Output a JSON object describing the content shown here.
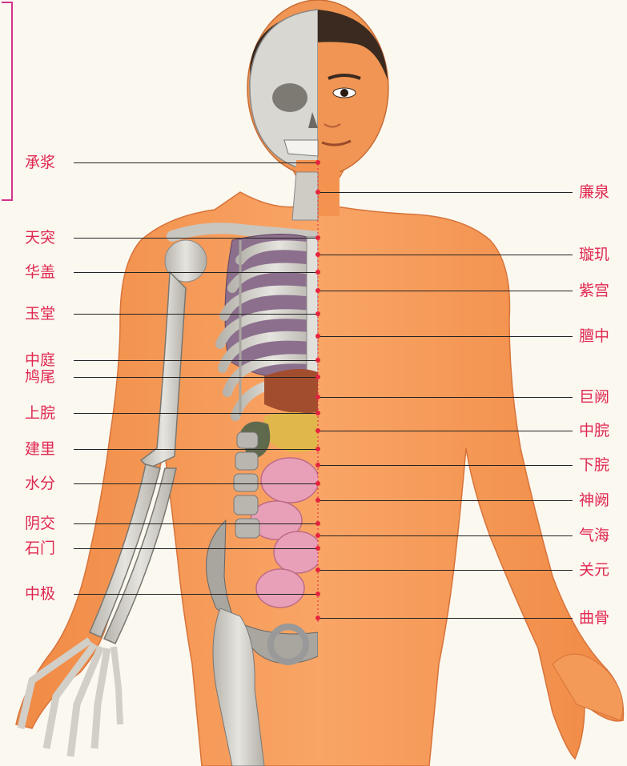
{
  "colors": {
    "label_color": "#e02750",
    "point_color": "#e4233e",
    "leader_color": "#222222",
    "skin": "#f7944f",
    "bone": "#d4d2cc",
    "frame": "#d2358c"
  },
  "figure": {
    "icon": "anatomy-figure-illustration",
    "description_icons": [
      "skull-icon",
      "ribcage-icon",
      "lung-icon",
      "intestine-icon",
      "pelvis-icon",
      "arm-skeleton-icon"
    ]
  },
  "left_points": [
    {
      "name": "承浆"
    },
    {
      "name": "天突"
    },
    {
      "name": "华盖"
    },
    {
      "name": "玉堂"
    },
    {
      "name": "中庭"
    },
    {
      "name": "鸠尾"
    },
    {
      "name": "上脘"
    },
    {
      "name": "建里"
    },
    {
      "name": "水分"
    },
    {
      "name": "阴交"
    },
    {
      "name": "石门"
    },
    {
      "name": "中极"
    }
  ],
  "right_points": [
    {
      "name": "廉泉"
    },
    {
      "name": "璇玑"
    },
    {
      "name": "紫宫"
    },
    {
      "name": "膻中"
    },
    {
      "name": "巨阙"
    },
    {
      "name": "中脘"
    },
    {
      "name": "下脘"
    },
    {
      "name": "神阙"
    },
    {
      "name": "气海"
    },
    {
      "name": "关元"
    },
    {
      "name": "曲骨"
    }
  ]
}
